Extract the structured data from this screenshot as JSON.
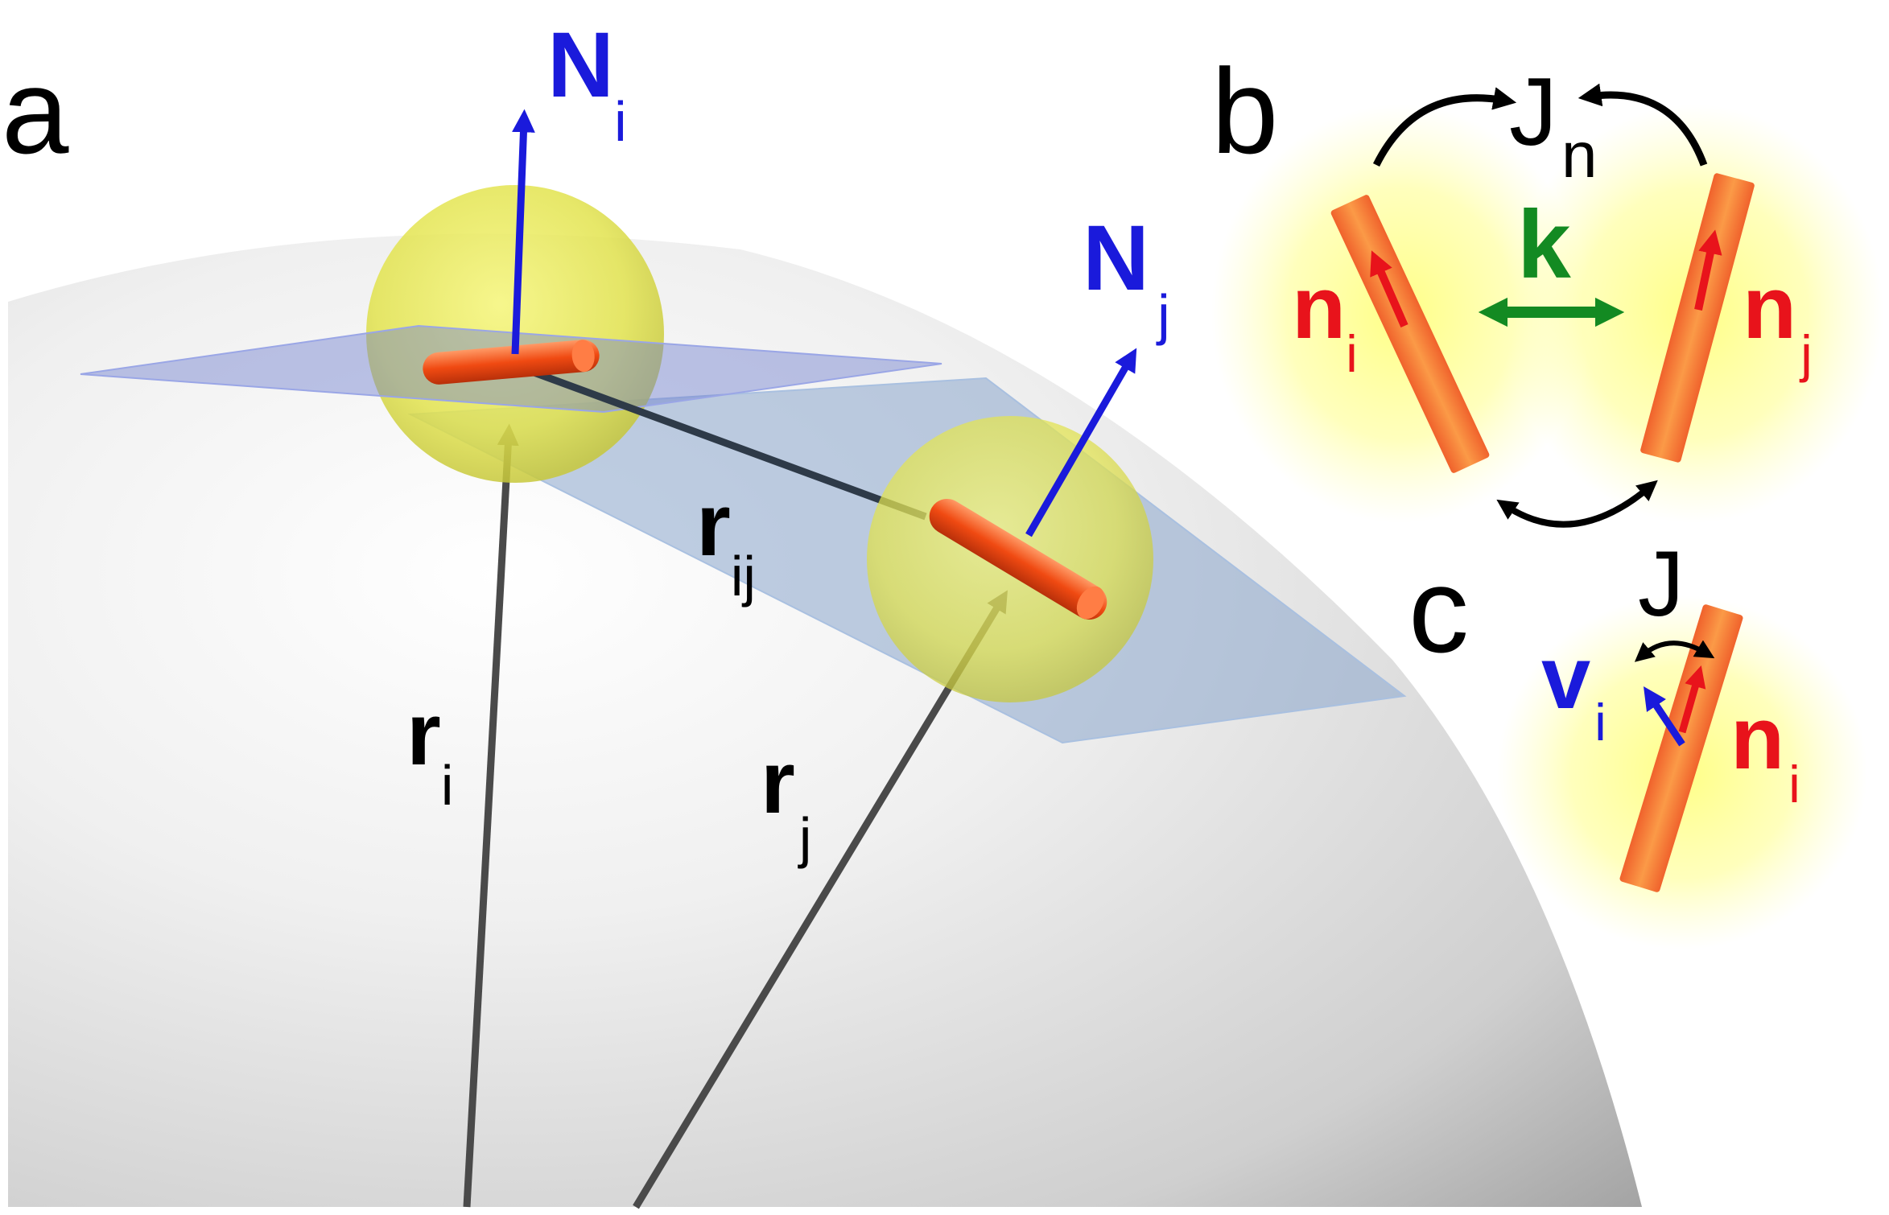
{
  "panels": {
    "a": "a",
    "b": "b",
    "c": "c"
  },
  "labels": {
    "N_i": {
      "main": "N",
      "sub": "i"
    },
    "N_j": {
      "main": "N",
      "sub": "j"
    },
    "r_i": {
      "main": "r",
      "sub": "i"
    },
    "r_j": {
      "main": "r",
      "sub": "j"
    },
    "r_ij": {
      "main": "r",
      "sub": "ij"
    },
    "J_n": {
      "main": "J",
      "sub": "n"
    },
    "k": "k",
    "n_i_b": {
      "main": "n",
      "sub": "i"
    },
    "n_j_b": {
      "main": "n",
      "sub": "j"
    },
    "J": "J",
    "v_i": {
      "main": "v",
      "sub": "i"
    },
    "n_i_c": {
      "main": "n",
      "sub": "i"
    }
  },
  "colors": {
    "normal_blue": "#1a1adb",
    "director_red": "#e8131b",
    "k_green": "#138a22",
    "rod_orange": "#f0622c",
    "sphere_yellow": "#e9ea57",
    "plane_blue": "#7f8fcf",
    "vector_gray": "#4a4a4a",
    "text_black": "#000000"
  }
}
